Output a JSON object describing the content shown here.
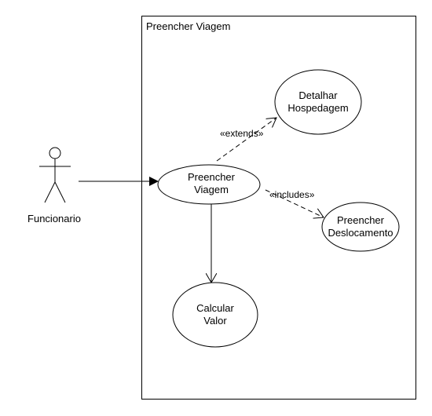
{
  "system": {
    "title": "Preencher Viagem"
  },
  "actor": {
    "name": "Funcionario"
  },
  "use_cases": {
    "preencher_viagem": {
      "line1": "Preencher",
      "line2": "Viagem"
    },
    "detalhar_hospedagem": {
      "line1": "Detalhar",
      "line2": "Hospedagem"
    },
    "preencher_deslocamento": {
      "line1": "Preencher",
      "line2": "Deslocamento"
    },
    "calcular_valor": {
      "line1": "Calcular",
      "line2": "Valor"
    }
  },
  "relations": {
    "extends_label": "«extends»",
    "includes_label": "«includes»"
  },
  "colors": {
    "stroke": "#000000",
    "background": "#ffffff"
  }
}
